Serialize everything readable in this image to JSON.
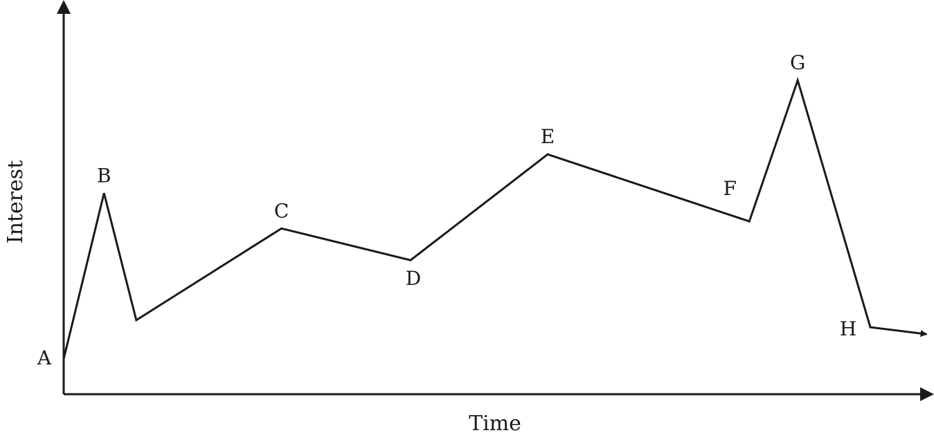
{
  "chart_data": {
    "type": "line",
    "title": "",
    "xlabel": "Time",
    "ylabel": "Interest",
    "grid": false,
    "legend": "none",
    "axes_numbered": false,
    "points": [
      {
        "x": 0,
        "y": 0.1,
        "label": "A"
      },
      {
        "x": 0.05,
        "y": 0.57,
        "label": "B"
      },
      {
        "x": 0.09,
        "y": 0.21,
        "label": ""
      },
      {
        "x": 0.27,
        "y": 0.47,
        "label": "C"
      },
      {
        "x": 0.43,
        "y": 0.38,
        "label": "D"
      },
      {
        "x": 0.6,
        "y": 0.68,
        "label": "E"
      },
      {
        "x": 0.85,
        "y": 0.49,
        "label": "F"
      },
      {
        "x": 0.91,
        "y": 0.89,
        "label": "G"
      },
      {
        "x": 1.0,
        "y": 0.19,
        "label": "H"
      },
      {
        "x": 1.07,
        "y": 0.17,
        "label": ""
      }
    ],
    "end_arrow": true,
    "line_color": "#1a1a1a"
  }
}
